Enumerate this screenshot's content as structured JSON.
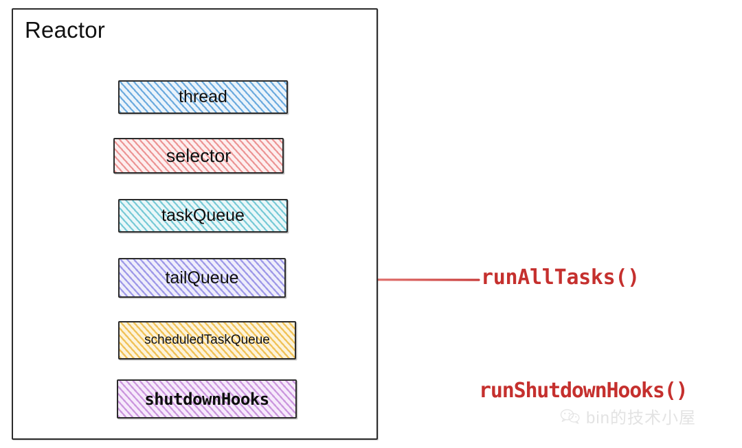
{
  "diagram": {
    "container": {
      "title": "Reactor"
    },
    "fields": [
      {
        "id": "thread",
        "label": "thread",
        "color": "#4796d6",
        "fill": "hatch-blue"
      },
      {
        "id": "selector",
        "label": "selector",
        "color": "#e77a7a",
        "fill": "hatch-red"
      },
      {
        "id": "taskQueue",
        "label": "taskQueue",
        "color": "#5abecd",
        "fill": "hatch-teal"
      },
      {
        "id": "tailQueue",
        "label": "tailQueue",
        "color": "#7f78e1",
        "fill": "hatch-indigo"
      },
      {
        "id": "scheduledTaskQueue",
        "label": "scheduledTaskQueue",
        "color": "#eeba41",
        "fill": "hatch-yellow"
      },
      {
        "id": "shutdownHooks",
        "label": "shutdownHooks",
        "color": "#ba76d2",
        "fill": "hatch-purple"
      }
    ],
    "annotations": [
      {
        "id": "runAllTasks",
        "label": "runAllTasks()",
        "target": "tailQueue",
        "color": "#c5302e"
      },
      {
        "id": "runShutdownHooks",
        "label": "runShutdownHooks()",
        "target": "shutdownHooks",
        "color": "#c5302e"
      }
    ],
    "watermark": {
      "text": "bin的技术小屋",
      "icon": "wechat-icon",
      "color": "#e3e3e3"
    },
    "colors": {
      "stroke": "#2b2b2b",
      "text": "#0d0d0d",
      "accent_red": "#c5302e",
      "background": "#ffffff"
    }
  }
}
